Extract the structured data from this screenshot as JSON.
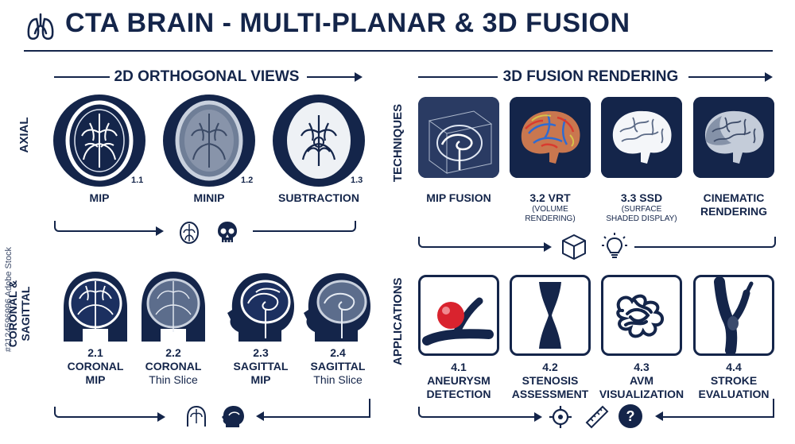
{
  "title": "CTA BRAIN - MULTI-PLANAR & 3D FUSION",
  "left_section": {
    "title": "2D ORTHOGONAL VIEWS",
    "axial_label": "AXIAL",
    "coronal_label_1": "CORONAL &",
    "coronal_label_2": "SAGITTAL",
    "axial_items": [
      {
        "num": "1.1",
        "label": "MIP"
      },
      {
        "num": "1.2",
        "label": "MINIP"
      },
      {
        "num": "1.3",
        "label": "SUBTRACTION"
      }
    ],
    "coronal_items": [
      {
        "num": "2.1",
        "label": "CORONAL",
        "sub": "MIP"
      },
      {
        "num": "2.2",
        "label": "CORONAL",
        "sub": "Thin Slice"
      },
      {
        "num": "2.3",
        "label": "SAGITTAL",
        "sub": "MIP"
      },
      {
        "num": "2.4",
        "label": "SAGITTAL",
        "sub": "Thin Slice"
      }
    ]
  },
  "right_section": {
    "title": "3D FUSION RENDERING",
    "techniques_label": "TECHNIQUES",
    "applications_label": "APPLICATIONS",
    "techniques": [
      {
        "label": "MIP FUSION",
        "sub1": "",
        "sub2": ""
      },
      {
        "label": "3.2 VRT",
        "sub1": "(VOLUME",
        "sub2": "RENDERING)"
      },
      {
        "label": "3.3 SSD",
        "sub1": "(SURFACE",
        "sub2": "SHADED DISPLAY)"
      },
      {
        "label": "CINEMATIC",
        "sub1": "RENDERING",
        "sub2": ""
      }
    ],
    "applications": [
      {
        "num": "4.1",
        "label": "ANEURYSM",
        "sub": "DETECTION"
      },
      {
        "num": "4.2",
        "label": "STENOSIS",
        "sub": "ASSESSMENT"
      },
      {
        "num": "4.3",
        "label": "AVM",
        "sub": "VISUALIZATION"
      },
      {
        "num": "4.4",
        "label": "STROKE",
        "sub": "EVALUATION"
      }
    ]
  },
  "watermark": "#2124596996  Adobe Stock",
  "colors": {
    "navy": "#14254a",
    "aneurysm_red": "#d9232e",
    "white": "#ffffff"
  }
}
